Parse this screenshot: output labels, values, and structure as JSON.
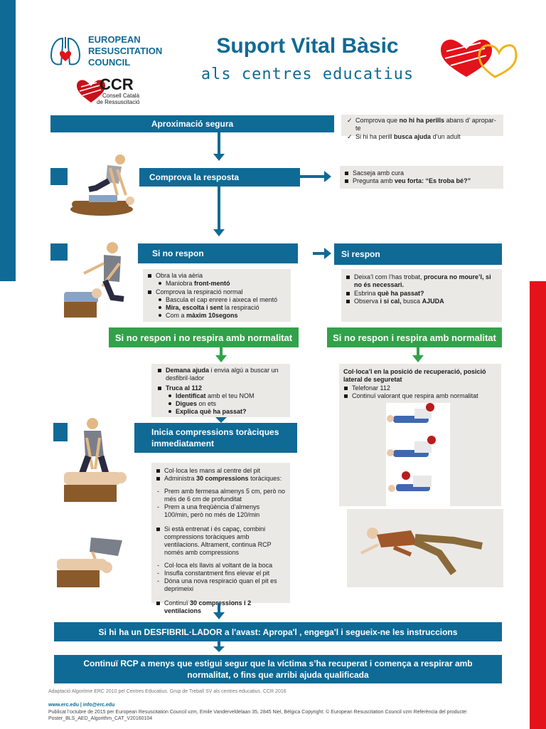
{
  "org": {
    "erc_line1": "EUROPEAN",
    "erc_line2": "RESUSCITATION",
    "erc_line3": "COUNCIL",
    "ccr_abbr": "CCR",
    "ccr_line1": "Consell Català",
    "ccr_line2": "de Ressuscitació"
  },
  "title": {
    "main": "Suport Vital Bàsic",
    "sub": "als centres educatius"
  },
  "steps": {
    "approach": {
      "label": "Aproximació segura",
      "notes": [
        {
          "pre": "Comprova que ",
          "bold": "no hi ha perills",
          "post": " abans d’ apropar-te"
        },
        {
          "pre": "Si hi ha perill ",
          "bold": "busca ajuda",
          "post": " d’un adult"
        }
      ]
    },
    "check": {
      "label": "Comprova la resposta",
      "notes": [
        {
          "pre": "Sacseja amb cura",
          "bold": "",
          "post": ""
        },
        {
          "pre": "Pregunta amb ",
          "bold": "veu forta: “Es troba bé?”",
          "post": ""
        }
      ]
    },
    "no_response": {
      "label": "Si no respon",
      "items": {
        "airway": "Obra la via aèria",
        "airway_sub_pre": "Maniobra ",
        "airway_sub_bold": "front-mentó",
        "breath": "Comprova la respiració normal",
        "breath_sub1": "Bascula el cap enrere i aixeca el mentó",
        "breath_sub2_bold": "Mira, escolta i sent",
        "breath_sub2_post": " la respiració",
        "breath_sub3_pre": "Com a ",
        "breath_sub3_bold": "màxim 10segons"
      }
    },
    "response": {
      "label": "Si respon",
      "items": {
        "leave_pre": "Deixa’l com l’has trobat, ",
        "leave_bold": "procura no moure’l, si no és necessari.",
        "find_pre": "Esbrina ",
        "find_bold": "què ha passat?",
        "observe_pre": "Observa ",
        "observe_bold": "i si cal,",
        "observe_mid": " busca ",
        "observe_bold2": "AJUDA"
      }
    },
    "no_breathing": {
      "label": "Si no respon i no respira amb normalitat",
      "items": {
        "ask_bold": "Demana ajuda",
        "ask_post": " i envia algú a buscar un desfibril·lador",
        "call_bold": "Truca al 112",
        "call_sub1_bold": "Identificat",
        "call_sub1_post": " amb el teu NOM",
        "call_sub2_bold": "Digues",
        "call_sub2_post": " on ets",
        "call_sub3_bold": "Explica què ha passat?"
      }
    },
    "breathing": {
      "label": "Si no respon i respira amb normalitat",
      "items": {
        "recovery_bold": "Col·loca’l en la posició de recuperació, posició lateral de seguretat",
        "phone": "Telefonar 112",
        "continue": "Continuï valorant que respira amb normalitat"
      }
    },
    "compressions": {
      "label_line1": "Inicia compressions toràciques",
      "label_line2": "immediatament",
      "items": {
        "hands": "Col·loca les mans al centre del pit",
        "admin_pre": "Administra ",
        "admin_bold": "30 compressions",
        "admin_post": " toràciques:",
        "press1": "Prem amb fermesa almenys 5 cm, però no més de 6 cm de profunditat",
        "press2": "Prem a una freqüència d’almenys 100/min, però no més de 120/min",
        "trained": "Si està entrenat i és capaç, combini compressions toràciques amb ventilacions. Altrament, continua RCP només amb compressions",
        "vent1": "Col·loca els llavis al voltant de la boca",
        "vent2": "Insufla constantment fins elevar el pit",
        "vent3": "Dóna una nova respiració quan el pit es deprimeixi",
        "cont_pre": "Continuï  ",
        "cont_bold": "30 compressions i 2 ventilacions"
      }
    },
    "aed": {
      "label": "Si hi ha un DESFIBRIL·LADOR a l'avast: Apropa'l , engega'l i segueix-ne les instruccions"
    },
    "cpr": {
      "label": "Continuï RCP a menys que estigui segur que la víctima s’ha recuperat i comença a respirar amb normalitat, o fins que arribi ajuda qualificada"
    }
  },
  "footer": {
    "adaptation": "Adaptació Algoritme ERC 2010 pel Centres Educatius. Grup de Treball SV als centres educatius. CCR 2016",
    "links": "www.erc.edu | info@erc.edu",
    "published": "Publicat l’octubre de 2015 per European Resuscitation Council vzm, Emile Vanderveldelaan 35, 2845 Niel, Bèlgica Copyright: © European Resuscitation Council vzm   Referència del producte: Poster_BLS_AED_Algorithm_CAT_V20160104"
  },
  "colors": {
    "blue": "#0f6a96",
    "green": "#32a24a",
    "red": "#e3121b",
    "grey_box": "#ebe9e6"
  }
}
